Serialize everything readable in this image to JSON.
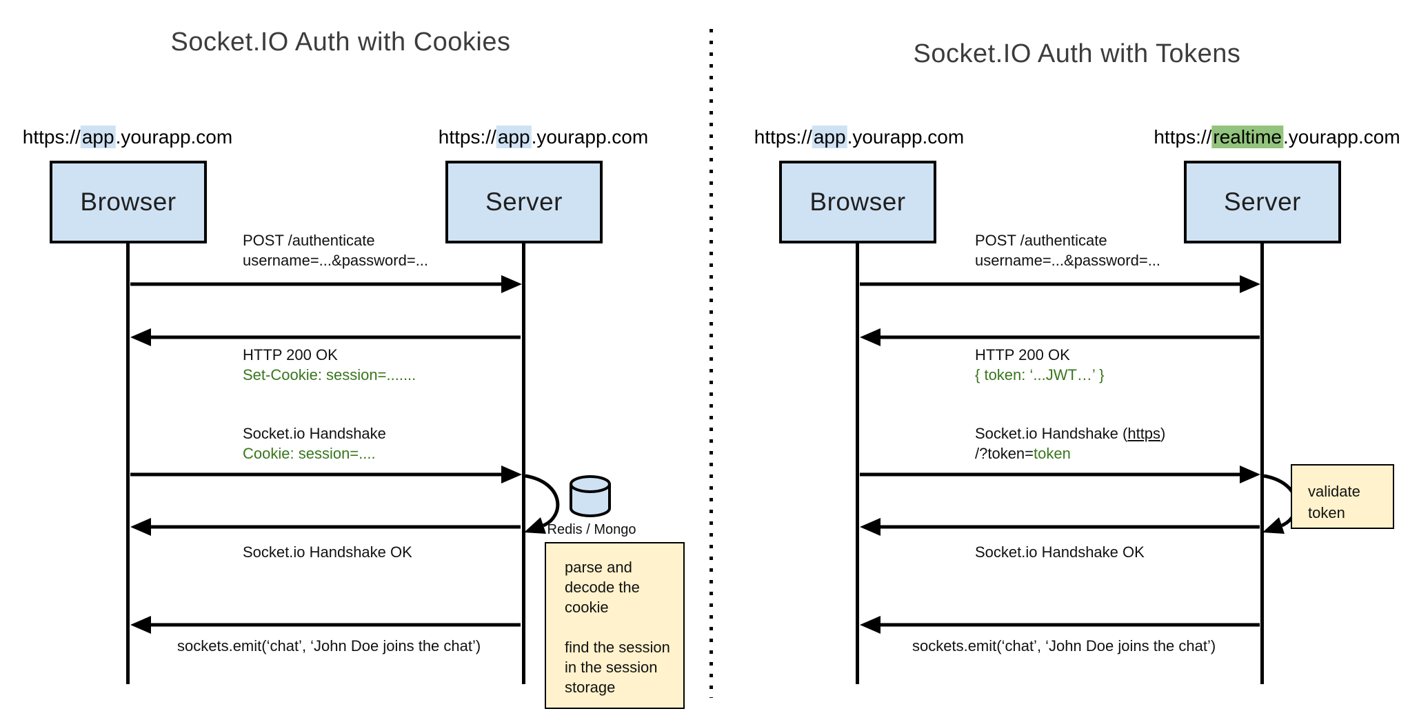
{
  "colors": {
    "actor_fill": "#cfe2f3",
    "highlight_blue": "#cfe2f3",
    "highlight_green": "#93c47d",
    "note_fill": "#fff2cc",
    "green_text": "#38761d"
  },
  "left": {
    "title": "Socket.IO Auth with Cookies",
    "browser": {
      "label": "Browser",
      "url_pre": "https://",
      "url_hl": "app",
      "url_post": ".yourapp.com"
    },
    "server": {
      "label": "Server",
      "url_pre": "https://",
      "url_hl": "app",
      "url_post": ".yourapp.com"
    },
    "messages": {
      "post_line1": "POST /authenticate",
      "post_line2": "username=...&password=...",
      "http_ok": "HTTP 200 OK",
      "set_cookie": "Set-Cookie: session=.......",
      "handshake": "Socket.io Handshake",
      "cookie": "Cookie: session=....",
      "handshake_ok": "Socket.io Handshake OK",
      "emit": "sockets.emit(‘chat’, ‘John Doe joins the chat’)"
    },
    "db_label": "Redis / Mongo",
    "note_text": "parse and\ndecode the\ncookie\n\nfind the session\nin the session\nstorage"
  },
  "right": {
    "title": "Socket.IO Auth with Tokens",
    "browser": {
      "label": "Browser",
      "url_pre": "https://",
      "url_hl": "app",
      "url_post": ".yourapp.com"
    },
    "server": {
      "label": "Server",
      "url_pre": "https://",
      "url_hl": "realtime",
      "url_post": ".yourapp.com"
    },
    "messages": {
      "post_line1": "POST /authenticate",
      "post_line2": "username=...&password=...",
      "http_ok": "HTTP 200 OK",
      "token_json": "{ token: ‘...JWT…’ }",
      "handshake_pre": "Socket.io Handshake (",
      "handshake_link": "https",
      "handshake_post": ")",
      "token_query_pre": "/?token=",
      "token_query_hl": "token",
      "handshake_ok": "Socket.io Handshake OK",
      "emit": "sockets.emit(‘chat’, ‘John Doe joins the chat’)"
    },
    "note_text": "validate\ntoken"
  }
}
